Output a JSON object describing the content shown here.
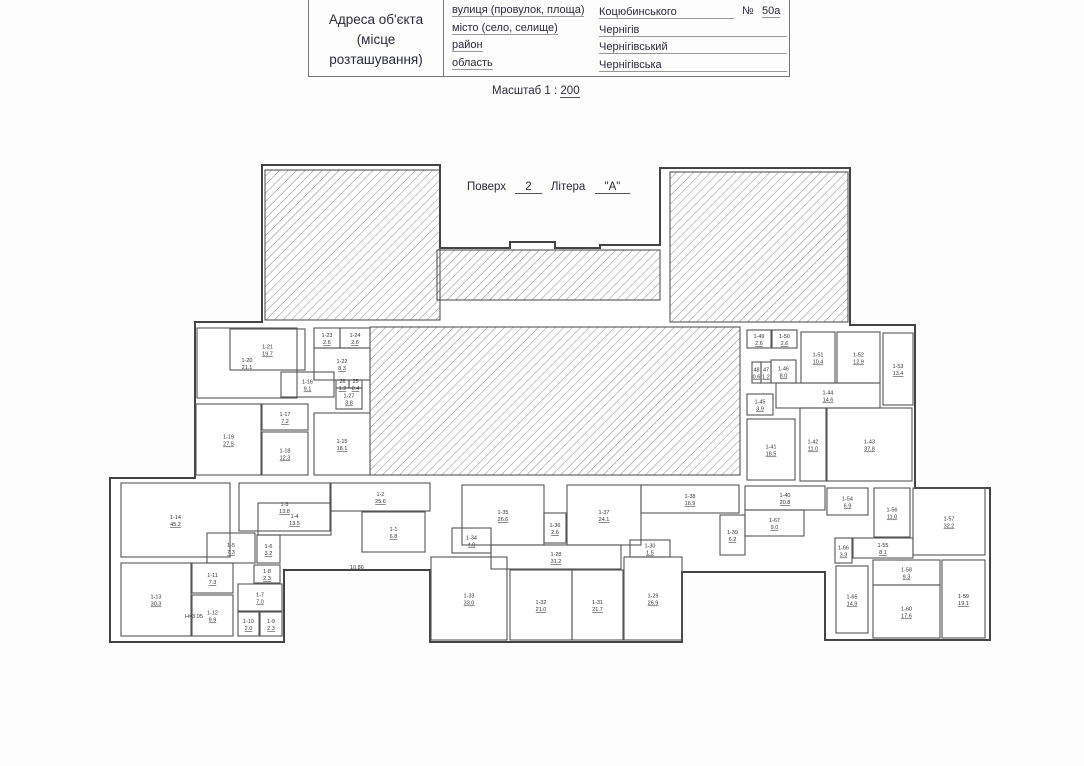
{
  "header": {
    "address_title": "Адреса об'єкта",
    "address_subtitle": "(місце розташування)",
    "rows": [
      {
        "label": "вулиця (провулок, площа)",
        "value": "Коцюбинського"
      },
      {
        "label": "місто (село, селище)",
        "value": "Чернігів"
      },
      {
        "label": "район",
        "value": "Чернігівський"
      },
      {
        "label": "область",
        "value": "Чернігівська"
      }
    ],
    "number_label": "№",
    "number_value": "50а"
  },
  "scale": {
    "label": "Масштаб",
    "prefix": "1 :",
    "value": "200"
  },
  "floor": {
    "floor_label": "Поверх",
    "floor_value": "2",
    "letter_label": "Літера",
    "letter_value": "\"А\""
  },
  "rooms": [
    {
      "id": "1-1",
      "area": "6.8"
    },
    {
      "id": "1-2",
      "area": "25.6"
    },
    {
      "id": "1-3",
      "area": "13.8"
    },
    {
      "id": "1-4",
      "area": "13.5"
    },
    {
      "id": "1-5",
      "area": "7.3"
    },
    {
      "id": "1-6",
      "area": "3.2"
    },
    {
      "id": "1-7",
      "area": "7.0"
    },
    {
      "id": "1-8",
      "area": "2.3"
    },
    {
      "id": "1-9",
      "area": "2.3"
    },
    {
      "id": "1-10",
      "area": "2.0"
    },
    {
      "id": "1-11",
      "area": "7.3"
    },
    {
      "id": "1-12",
      "area": "9.9"
    },
    {
      "id": "1-13",
      "area": "30.3"
    },
    {
      "id": "1-14",
      "area": "45.2"
    },
    {
      "id": "1-15",
      "area": "18.1"
    },
    {
      "id": "1-16",
      "area": "9.1"
    },
    {
      "id": "1-17",
      "area": "7.2"
    },
    {
      "id": "1-18",
      "area": "12.3"
    },
    {
      "id": "1-19",
      "area": "27.5"
    },
    {
      "id": "1-20",
      "area": "21.1"
    },
    {
      "id": "1-21",
      "area": "19.7"
    },
    {
      "id": "1-22",
      "area": "8.3"
    },
    {
      "id": "1-23",
      "area": "2.6"
    },
    {
      "id": "1-24",
      "area": "2.6"
    },
    {
      "id": "25",
      "area": "0.4"
    },
    {
      "id": "26",
      "area": "1.2"
    },
    {
      "id": "1-27",
      "area": "3.8"
    },
    {
      "id": "1-28",
      "area": "31.2"
    },
    {
      "id": "1-29",
      "area": "26.9"
    },
    {
      "id": "1-30",
      "area": "1.5"
    },
    {
      "id": "1-31",
      "area": "21.7"
    },
    {
      "id": "1-32",
      "area": "21.0"
    },
    {
      "id": "1-33",
      "area": "33.0"
    },
    {
      "id": "1-34",
      "area": "4.0"
    },
    {
      "id": "1-35",
      "area": "26.6"
    },
    {
      "id": "1-36",
      "area": "2.6"
    },
    {
      "id": "1-37",
      "area": "24.1"
    },
    {
      "id": "1-38",
      "area": "16.9"
    },
    {
      "id": "1-39",
      "area": "6.2"
    },
    {
      "id": "1-40",
      "area": "20.8"
    },
    {
      "id": "1-41",
      "area": "18.5"
    },
    {
      "id": "1-42",
      "area": "11.0"
    },
    {
      "id": "1-43",
      "area": "37.8"
    },
    {
      "id": "1-44",
      "area": "14.6"
    },
    {
      "id": "1-45",
      "area": "3.9"
    },
    {
      "id": "1-46",
      "area": "8.0"
    },
    {
      "id": "47",
      "area": "1.2"
    },
    {
      "id": "48",
      "area": "0.6"
    },
    {
      "id": "1-49",
      "area": "2.6"
    },
    {
      "id": "1-50",
      "area": "2.6"
    },
    {
      "id": "1-51",
      "area": "10.4"
    },
    {
      "id": "1-52",
      "area": "12.9"
    },
    {
      "id": "1-53",
      "area": "13.4"
    },
    {
      "id": "1-54",
      "area": "6.9"
    },
    {
      "id": "1-55",
      "area": "8.1"
    },
    {
      "id": "1-56",
      "area": "11.0"
    },
    {
      "id": "1-57",
      "area": "32.2"
    },
    {
      "id": "1-58",
      "area": "9.3"
    },
    {
      "id": "1-59",
      "area": "19.1"
    },
    {
      "id": "1-60",
      "area": "17.6"
    },
    {
      "id": "1-65",
      "area": "14.9"
    },
    {
      "id": "1-66",
      "area": "3.3"
    },
    {
      "id": "1-67",
      "area": "9.0"
    }
  ],
  "notes": {
    "height_note": "H=3.05",
    "corridor_length": "10.86"
  }
}
